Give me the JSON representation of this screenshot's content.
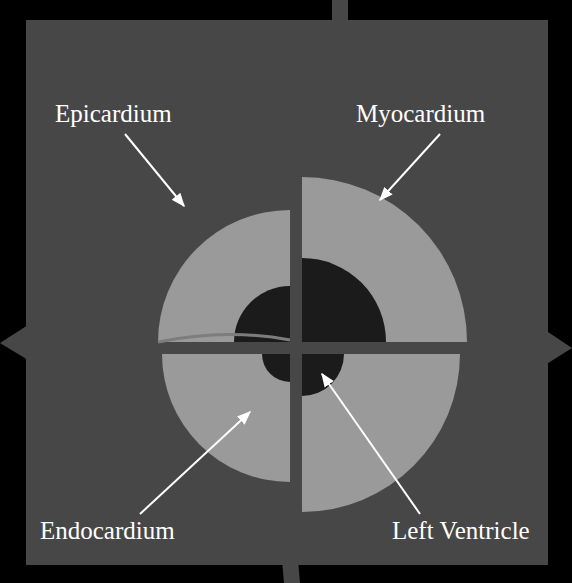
{
  "diagram": {
    "labels": [
      "Epicardium",
      "Myocardium",
      "Endocardium",
      "Left Ventricle"
    ]
  }
}
